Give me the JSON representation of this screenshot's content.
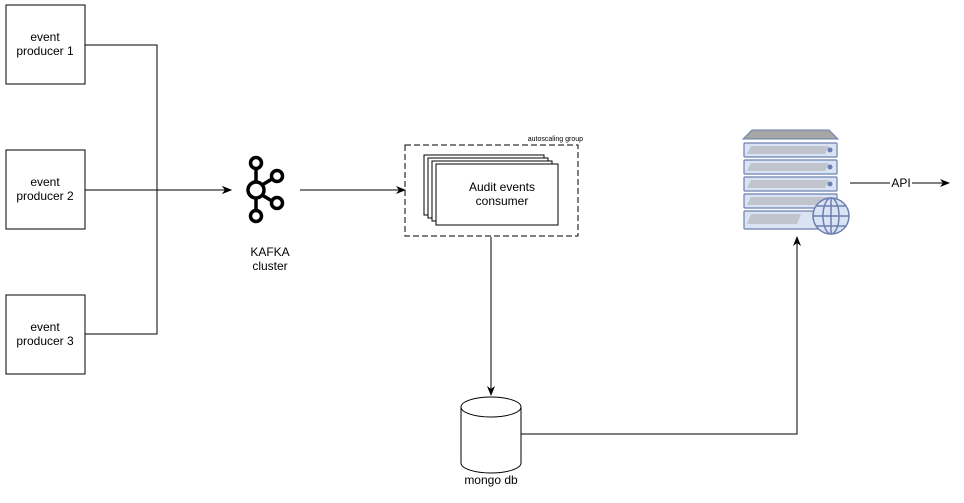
{
  "producers": [
    {
      "line1": "event",
      "line2": "producer 1"
    },
    {
      "line1": "event",
      "line2": "producer 2"
    },
    {
      "line1": "event",
      "line2": "producer 3"
    }
  ],
  "kafka": {
    "line1": "KAFKA",
    "line2": "cluster",
    "icon": "kafka-icon"
  },
  "autoscaling": {
    "label": "autoscaling group"
  },
  "consumer": {
    "line1": "Audit events",
    "line2": "consumer"
  },
  "database": {
    "label": "mongo db",
    "icon": "database-cylinder-icon"
  },
  "server": {
    "icon": "web-server-icon"
  },
  "api": {
    "label": "API"
  },
  "colors": {
    "server_fill": "#dae3f3",
    "server_stroke": "#6c7fb0",
    "server_top": "#a6a6a6"
  }
}
